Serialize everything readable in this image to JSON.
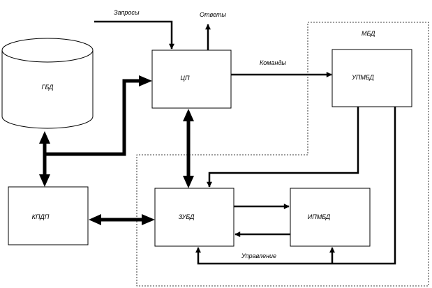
{
  "nodes": {
    "gbd": "ГБД",
    "cp": "ЦП",
    "upmbd": "УПМБД",
    "kpdp": "КПДП",
    "zubd": "ЗУБД",
    "ipmbd": "ИПМБД"
  },
  "regions": {
    "mbd": "МБД"
  },
  "edges": {
    "requests": "Запросы",
    "answers": "Ответы",
    "commands": "Команды",
    "control": "Управление"
  },
  "colors": {
    "stroke": "#000000",
    "background": "#ffffff"
  }
}
